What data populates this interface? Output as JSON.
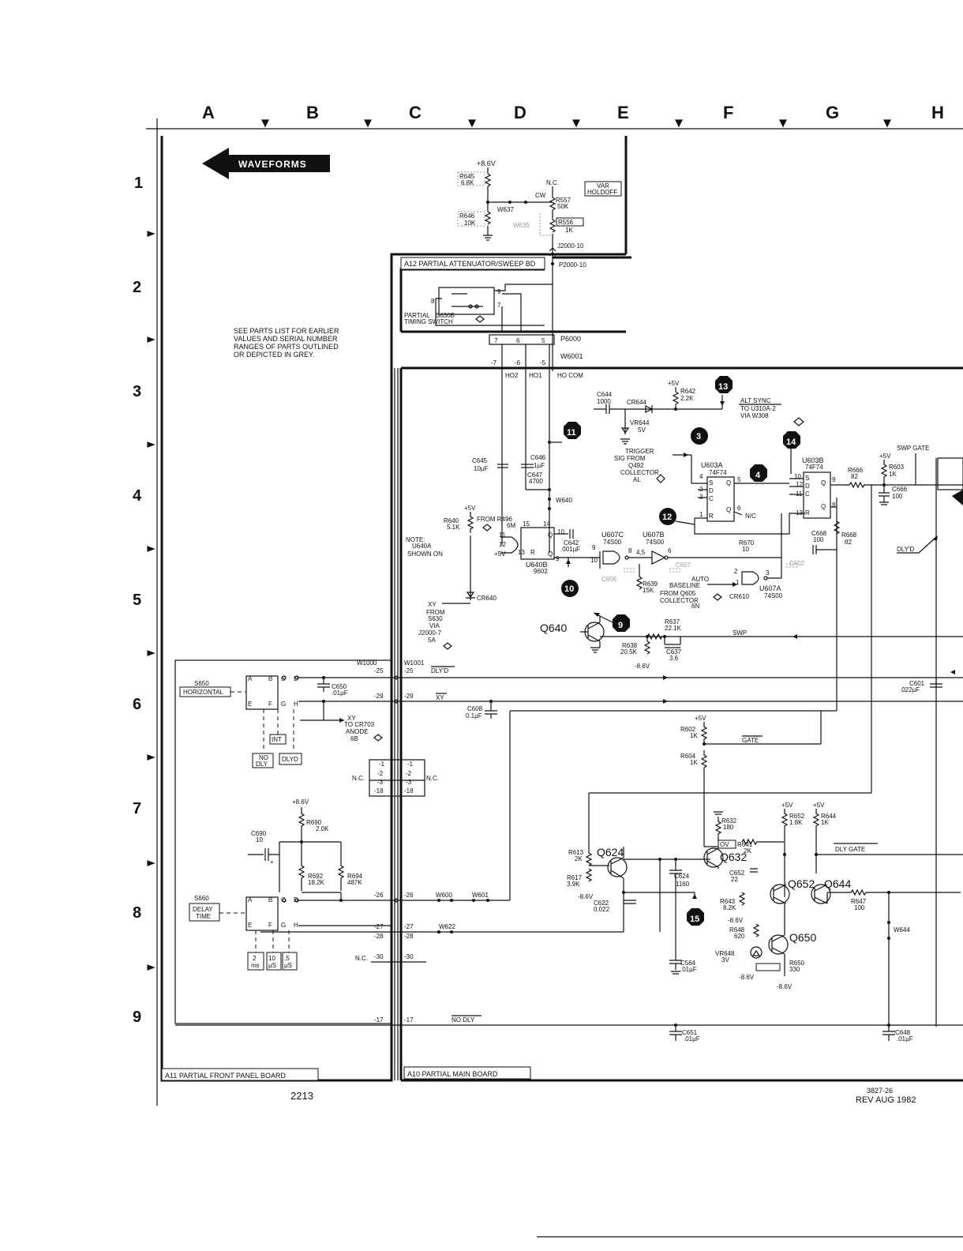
{
  "grid": {
    "columns": [
      "A",
      "B",
      "C",
      "D",
      "E",
      "F",
      "G",
      "H"
    ],
    "rows": [
      "1",
      "2",
      "3",
      "4",
      "5",
      "6",
      "7",
      "8",
      "9"
    ]
  },
  "waveforms_label": "WAVEFORMS",
  "parts_note": [
    "SEE PARTS LIST FOR EARLIER",
    "VALUES AND SERIAL NUMBER",
    "RANGES OF PARTS OUTLINED",
    "OR DEPICTED IN GREY."
  ],
  "boards": {
    "a12": "A12 PARTIAL ATTENUATOR/SWEEP BD",
    "a11": "A11 PARTIAL FRONT PANEL BOARD",
    "a10": "A10 PARTIAL MAIN BOARD"
  },
  "callouts": [
    "13",
    "11",
    "3",
    "14",
    "4",
    "12",
    "10",
    "9",
    "15"
  ],
  "footer": {
    "number": "2213",
    "doc": "3827-26",
    "rev": "REV AUG 1982"
  },
  "labels": {
    "v86_top": "+8.6V",
    "r645": "R645",
    "r645v": "6.8K",
    "r646": "R646",
    "r646v": "10K",
    "w637": "W637",
    "w635": "W635",
    "nc": "N.C.",
    "cw": "CW",
    "r557": "R557",
    "r557v": "50K",
    "r556": "R556",
    "r556v": "1K",
    "var": "VAR",
    "holdoff": "HOLDOFF",
    "j2000": "J2000-10",
    "p2000": "P2000-10",
    "partial": "PARTIAL",
    "s630b": "S630B",
    "timing": "TIMING SWITCH",
    "p6000": "P6000",
    "w6001": "W6001",
    "m7": "-7",
    "m6": "-6",
    "m5": "-5",
    "ho2": "HO2",
    "ho1": "HO1",
    "hocom": "HO COM",
    "pin7": "7",
    "pin6": "6",
    "pin5": "5",
    "pin8": "8",
    "pin9": "9",
    "pin7b": "7",
    "c644": "C644",
    "c644v": "1000",
    "cr644": "CR644",
    "v5a": "+5V",
    "r642": "R642",
    "r642v": "2.2K",
    "altsync": "ALT SYNC",
    "altsync2": "TO U310A-2",
    "altsync3": "VIA W308",
    "vr644": "VR644",
    "vr644v": "5V",
    "trigger1": "TRIGGER",
    "trigger2": "SIG FROM",
    "trigger3": "Q492",
    "trigger4": "COLLECTOR",
    "trigger5": "AL",
    "u603a": "U603A",
    "u603av": "74F74",
    "u603b": "U603B",
    "u603bv": "74F74",
    "swpgate": "SWP GATE",
    "v5b": "+5V",
    "r603": "R603",
    "r603v": "1K",
    "c666": "C666",
    "c666v": "100",
    "r666": "R666",
    "r666v": "82",
    "c645": "C645",
    "c645v": "10µF",
    "c646": "C646",
    "c646v": ".1µF",
    "c647": "C647",
    "c647v": "4700",
    "w640": "W640",
    "v5c": "+5V",
    "r640": "R640",
    "r640v": "5.1K",
    "fromr496": "FROM R496",
    "fromr496b": "6M",
    "note1": "NOTE:",
    "note2": "U640A",
    "note3": "SHOWN ON",
    "v5d": "+5V",
    "c642": "C642",
    "c642v": ".001µF",
    "u640b": "U640B",
    "u640bv": "9602",
    "u607c": "U607C",
    "u607cv": "74S00",
    "u607b": "U607B",
    "u607bv": "74S00",
    "nc2": "N/C",
    "r670": "R670",
    "r670v": "10",
    "c668": "C668",
    "c668v": "100",
    "r668": "R668",
    "r668v": "82",
    "dlyd_r": "DLY'D",
    "c607": "C607",
    "c606": "C606",
    "c602": "C602",
    "r639": "R639",
    "r639v": "15K",
    "autobase1": "AUTO",
    "autobase2": "BASELINE",
    "autobase3": "FROM Q605",
    "autobase4": "COLLECTOR",
    "autobase5": "6N",
    "cr610": "CR610",
    "u607a": "U607A",
    "u607av": "74S00",
    "cr640": "CR640",
    "xy1": "XY",
    "xy2": "FROM",
    "xy3": "S630",
    "xy4": "VIA",
    "xy5": "J2000-7",
    "xy6": "5A",
    "q640": "Q640",
    "r637": "R637",
    "r637v": "22.1K",
    "r638": "R638",
    "r638v": "20.5K",
    "c637": "C637",
    "c637v": "3.6",
    "swp": "SWP",
    "v86b": "-8.6V",
    "w1000": "W1000",
    "w1001": "W1001",
    "m25a": "-25",
    "m25b": "-25",
    "dlyd": "DLY'D",
    "s650": "S650",
    "horizontal": "HORIZONTAL",
    "c650": "C650",
    "c650v": ".01µF",
    "m29a": "-29",
    "m29b": "-29",
    "xy7": "XY",
    "tocr703": "TO CR703",
    "anode": "ANODE",
    "anode6b": "6B",
    "int": "INT",
    "nodly1": "NO",
    "nodly2": "DLY",
    "dlyd2": "DLYD",
    "c608": "C608",
    "c608v": "0.1µF",
    "c601": "C601",
    "c601v": ".022µF",
    "v5e": "+5V",
    "r602": "R602",
    "r602v": "1K",
    "gate": "GATE",
    "r604": "R604",
    "r604v": "1K",
    "nc3": "N.C.",
    "nc4": "N.C.",
    "p1a": "-1",
    "p1b": "-1",
    "p2a": "-2",
    "p2b": "-2",
    "p3a": "-3",
    "p3b": "-3",
    "p18a": "-18",
    "p18b": "-18",
    "v86c": "+8.6V",
    "r690": "R690",
    "r690v": "2.0K",
    "c690": "C690",
    "c690v": "10",
    "r692": "R692",
    "r692v": "18.2K",
    "r694": "R694",
    "r694v": "487K",
    "s660": "S660",
    "delay": "DELAY",
    "time": "TIME",
    "m26a": "-26",
    "m26b": "-26",
    "w600": "W600",
    "w601": "W601",
    "m27a": "-27",
    "m27b": "-27",
    "w622": "W622",
    "m28a": "-28",
    "m28b": "-28",
    "nc5": "N.C.",
    "m30a": "-30",
    "m30b": "-30",
    "ms2": "2",
    "ms2u": "ms",
    "us10": "10",
    "us10u": "µS",
    "us5": ".5",
    "us5u": "µS",
    "m17a": "-17",
    "m17b": "-17",
    "nodly": "NO DLY",
    "v5f": "+5V",
    "v5g": "+5V",
    "r632": "R632",
    "r632v": "180",
    "r652": "R652",
    "r652v": "1.8K",
    "r644": "R644",
    "r644v": "1K",
    "ov": "OV",
    "r641": "R641",
    "r641v": "2K",
    "dlygate": "DLY GATE",
    "r613": "R613",
    "r613v": "2K",
    "q624": "Q624",
    "q632": "Q632",
    "c652": "C652",
    "c652v": "22",
    "q652": "Q652",
    "q644": "Q644",
    "r617": "R617",
    "r617v": "3.9K",
    "v86d": "-8.6V",
    "c624": "C624",
    "c624v": "1160",
    "r643": "R643",
    "r643v": "8.2K",
    "r647": "R647",
    "r647v": "100",
    "c622": "C622",
    "c622v": "0.022",
    "v86e": "-8.6V",
    "r648": "R648",
    "r648v": "620",
    "q650": "Q650",
    "w644": "W644",
    "vr648": "VR648",
    "vr648v": "3V",
    "r650": "R650",
    "r650v": "330",
    "c564": "C564",
    "c564v": ".01µF",
    "v86f": "-8.6V",
    "v86g": "-8.6V",
    "c651": "C651",
    "c651v": ".01µF",
    "c648": "C648",
    "c648v": ".01µF"
  }
}
